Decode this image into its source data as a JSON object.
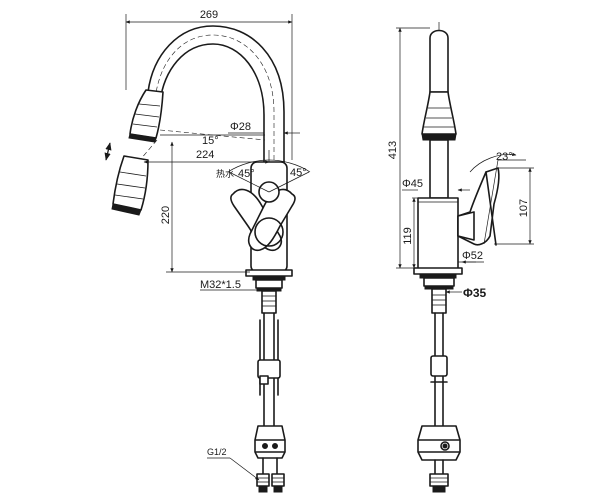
{
  "diagram": {
    "dimensions": {
      "width_total": "269",
      "hose_diameter": "Φ28",
      "reach": "224",
      "pull_angle": "15°",
      "lever_angle_hot": "45°",
      "lever_angle_cold": "45°",
      "hot_label": "热水",
      "height_spout": "220",
      "thread": "M32*1.5",
      "connection": "G1/2",
      "height_total": "413",
      "body_diameter": "Φ45",
      "lever_angle": "23°",
      "lever_height": "107",
      "body_height": "119",
      "base_diameter": "Φ52",
      "hole_diameter": "Φ35"
    }
  }
}
